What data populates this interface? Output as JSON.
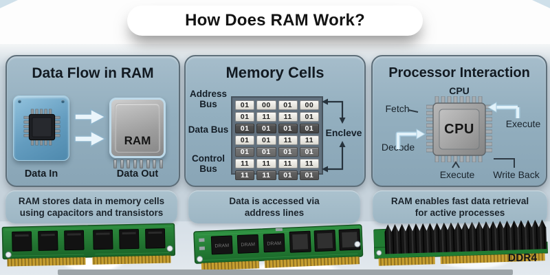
{
  "title": "How Does RAM Work?",
  "colors": {
    "panel_fill": "#93afbf",
    "panel_border": "#5d6e79",
    "chip_blue": "#639cbf",
    "arrow_light_blue": "#e9f4fb",
    "cell_dark": "#4a4a4a",
    "pcb_green": "#207a31",
    "pin_gold": "#c79f2f"
  },
  "panels": {
    "data_flow": {
      "title": "Data Flow in RAM",
      "chip_label": "RAM",
      "label_in": "Data In",
      "label_out": "Data Out"
    },
    "memory_cells": {
      "title": "Memory Cells",
      "bus_labels": [
        "Address Bus",
        "Data Bus",
        "Control Bus"
      ],
      "side_label": "Encleve",
      "grid_rows": [
        {
          "dark": false,
          "cells": [
            "01",
            "00",
            "01",
            "00"
          ]
        },
        {
          "dark": false,
          "cells": [
            "01",
            "11",
            "11",
            "01"
          ]
        },
        {
          "dark": true,
          "cells": [
            "01",
            "01",
            "01",
            "01"
          ]
        },
        {
          "dark": false,
          "cells": [
            "01",
            "01",
            "11",
            "11"
          ]
        },
        {
          "dark": true,
          "cells": [
            "01",
            "01",
            "01",
            "01"
          ]
        },
        {
          "dark": false,
          "cells": [
            "11",
            "11",
            "11",
            "11"
          ]
        },
        {
          "dark": true,
          "cells": [
            "11",
            "11",
            "01",
            "01"
          ]
        }
      ]
    },
    "processor": {
      "title": "Processor Interaction",
      "cpu_top_label": "CPU",
      "chip_label": "CPU",
      "fetch": "Fetch",
      "decode": "Decode",
      "execute_right": "Execute",
      "execute_bottom": "Execute",
      "write_back": "Write Back"
    }
  },
  "captions": [
    "RAM stores data in memory cells using capacitors and transistors",
    "Data is accessed via address lines",
    "RAM enables fast data retrieval for active processes"
  ],
  "footer": {
    "ddr_label": "DDR4"
  }
}
